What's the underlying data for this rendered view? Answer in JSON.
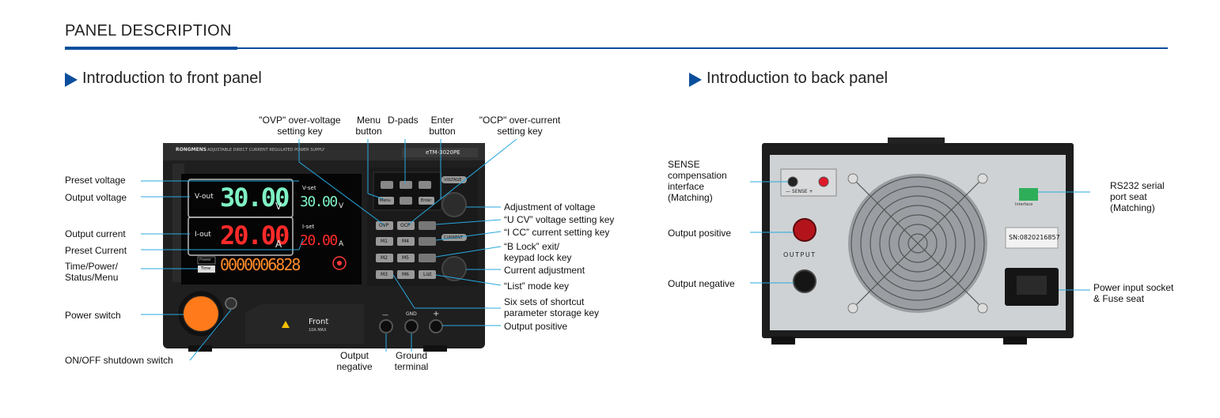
{
  "header": {
    "title": "PANEL DESCRIPTION"
  },
  "front": {
    "title": "Introduction to front panel",
    "device": {
      "brand": "RONGMENS",
      "subtitle": "ADJUSTABLE DIRECT CURRENT REGULATED POWER SUPPLY",
      "model": "eTM-3020PE",
      "vout_label": "V-out",
      "vout_value": "30.00",
      "vout_unit": "V",
      "vset_label": "V-set",
      "vset_value": "30.00",
      "vset_unit": "V",
      "iout_label": "I-out",
      "iout_value": "20.00",
      "iout_unit": "A",
      "iset_label": "I-set",
      "iset_value": "20.00",
      "iset_unit": "A",
      "power_label": "Power",
      "time_label": "Time",
      "counter_value": "0000006828",
      "buttons": {
        "menu": "Menu",
        "enter": "Enter",
        "ovp": "OVP",
        "ocp": "OCP",
        "m1": "M1",
        "m2": "M2",
        "m3": "M3",
        "m4": "M4",
        "m5": "M5",
        "m6": "M6",
        "list": "List",
        "voltage": "VOLTAGE",
        "current": "CURRENT"
      },
      "front_label": "Front",
      "front_sub": "10A MAX",
      "gnd": "GND",
      "minus": "—",
      "plus": "+"
    },
    "labels": {
      "ovp_key": "\"OVP\" over-voltage\nsetting key",
      "menu_button": "Menu\nbutton",
      "dpads": "D-pads",
      "enter_button": "Enter\nbutton",
      "ocp_key": "\"OCP\" over-current\nsetting key",
      "preset_voltage": "Preset voltage",
      "output_voltage": "Output voltage",
      "output_current": "Output current",
      "preset_current": "Preset Current",
      "time_power": "Time/Power/\nStatus/Menu",
      "power_switch": "Power switch",
      "onoff_switch": "ON/OFF shutdown switch",
      "adj_voltage": "Adjustment of voltage",
      "ucv_key": "“U CV”  voltage setting key",
      "icc_key": "“I CC”  current setting key",
      "block_key": "“B Lock”  exit/\nkeypad lock key",
      "current_adj": "Current adjustment",
      "list_key": "“List”  mode key",
      "shortcut_sets": "Six sets of shortcut\nparameter storage key",
      "output_positive": "Output positive",
      "output_negative": "Output\nnegative",
      "ground_terminal": "Ground\nterminal"
    }
  },
  "back": {
    "title": "Introduction to back panel",
    "device": {
      "sense_label": "— SENSE +",
      "output_label": "OUTPUT",
      "serial_number": "SN:0820216857",
      "interface_label": "Interface"
    },
    "labels": {
      "sense": "SENSE\ncompensation\ninterface\n(Matching)",
      "output_positive": "Output positive",
      "output_negative": "Output negative",
      "rs232": "RS232 serial\nport seat\n(Matching)",
      "power_socket": "Power input socket\n& Fuse seat"
    }
  },
  "colors": {
    "accent": "#0b4f9c",
    "green_digits": "#7ff2c4",
    "red_digits": "#ff2a2a",
    "orange_digits": "#ff8a2a",
    "callout_line": "#29a8e0",
    "knob_orange": "#ff7a1a"
  }
}
